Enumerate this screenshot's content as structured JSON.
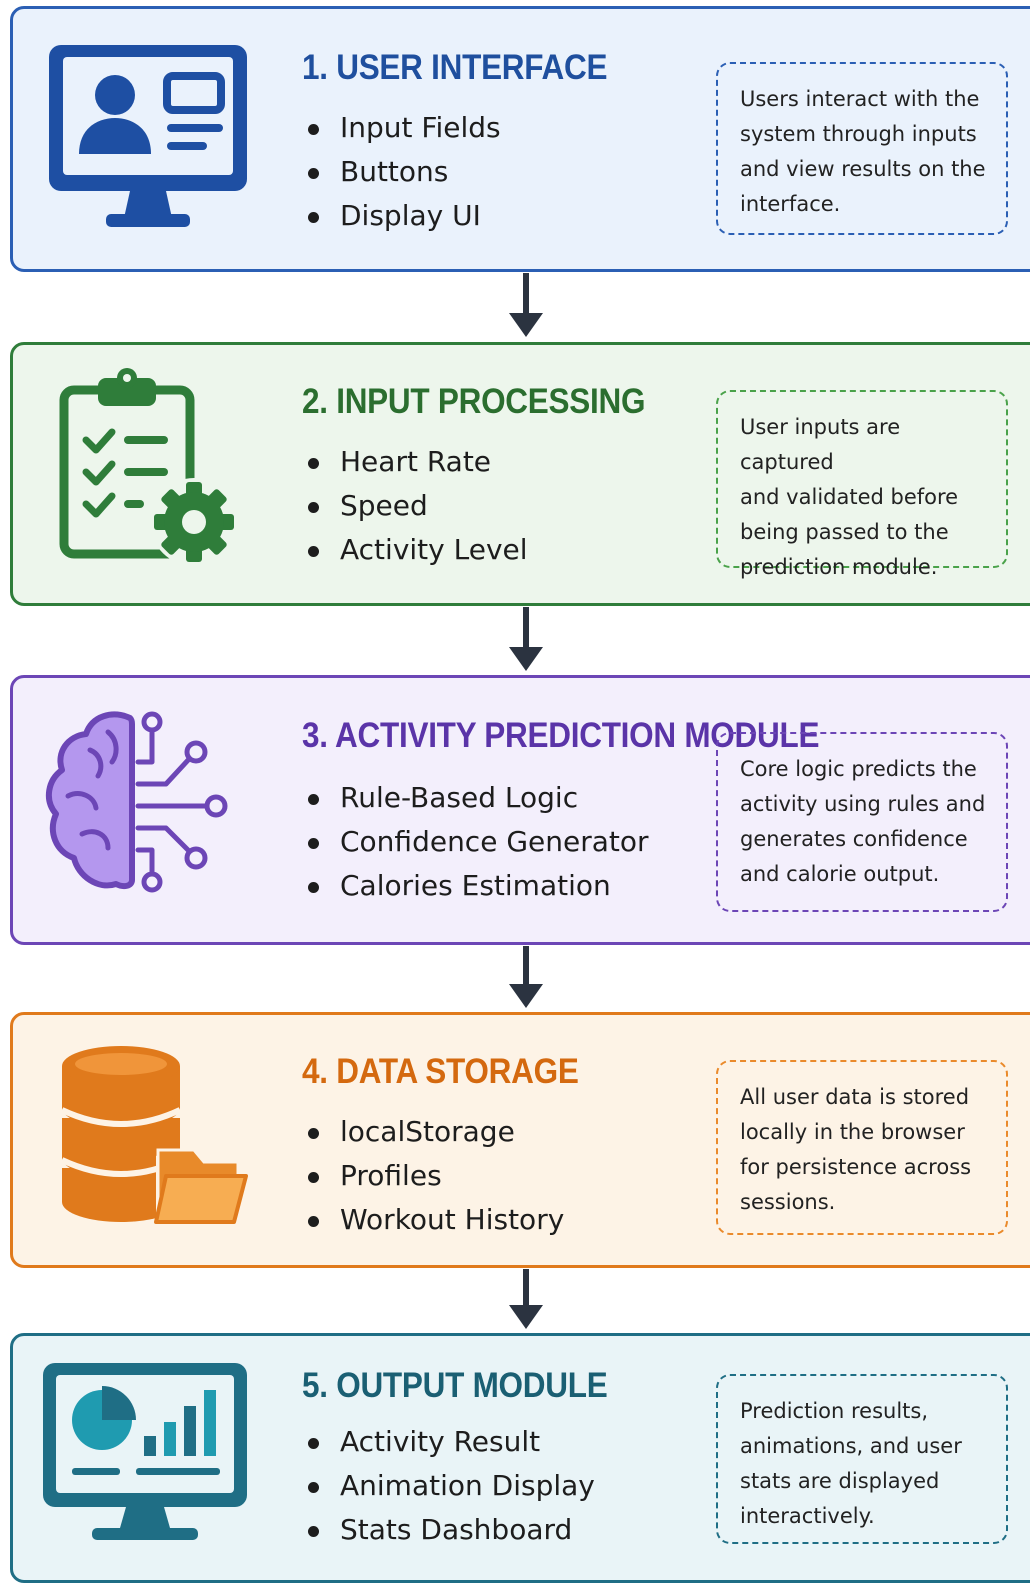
{
  "modules": [
    {
      "title": "1. USER INTERFACE",
      "items": [
        "Input Fields",
        "Buttons",
        "Display UI"
      ],
      "note_lines": [
        "Users interact with the",
        "system through inputs",
        "and view results on the",
        "interface."
      ],
      "icon": "monitor-user-profile-icon"
    },
    {
      "title": "2. INPUT PROCESSING",
      "items": [
        "Heart Rate",
        "Speed",
        "Activity Level"
      ],
      "note_lines": [
        "User inputs are captured",
        "and validated before",
        "being passed to the",
        "prediction module."
      ],
      "icon": "clipboard-checklist-gear-icon"
    },
    {
      "title": "3. ACTIVITY PREDICTION MODULE",
      "items": [
        "Rule-Based Logic",
        "Confidence Generator",
        "Calories Estimation"
      ],
      "note_lines": [
        "Core logic predicts the",
        "activity using rules and",
        "generates confidence",
        "and calorie output."
      ],
      "icon": "brain-circuit-icon"
    },
    {
      "title": "4. DATA STORAGE",
      "items": [
        "localStorage",
        "Profiles",
        "Workout History"
      ],
      "note_lines": [
        "All user data is stored",
        "locally in the browser",
        "for persistence across",
        "sessions."
      ],
      "icon": "database-folder-icon"
    },
    {
      "title": "5. OUTPUT MODULE",
      "items": [
        "Activity Result",
        "Animation Display",
        "Stats Dashboard"
      ],
      "note_lines": [
        "Prediction results,",
        "animations, and user",
        "stats are displayed",
        "interactively."
      ],
      "icon": "monitor-chart-dashboard-icon"
    }
  ],
  "colors": {
    "ui_blue": "#2b5fb4",
    "processing_green": "#2f7d3a",
    "prediction_purple": "#6c46b6",
    "storage_orange": "#e07a1c",
    "output_teal": "#1f6e85",
    "arrow": "#2b3340"
  }
}
